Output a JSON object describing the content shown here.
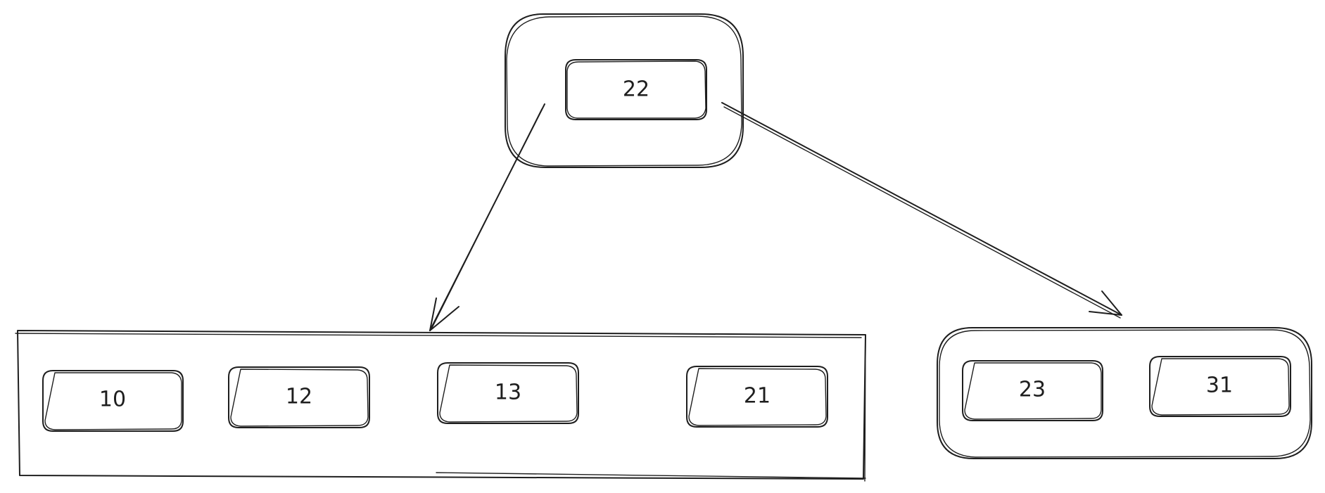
{
  "root": {
    "keys": [
      "22"
    ]
  },
  "children": [
    {
      "keys": [
        "10",
        "12",
        "13",
        "21"
      ]
    },
    {
      "keys": [
        "23",
        "31"
      ]
    }
  ]
}
